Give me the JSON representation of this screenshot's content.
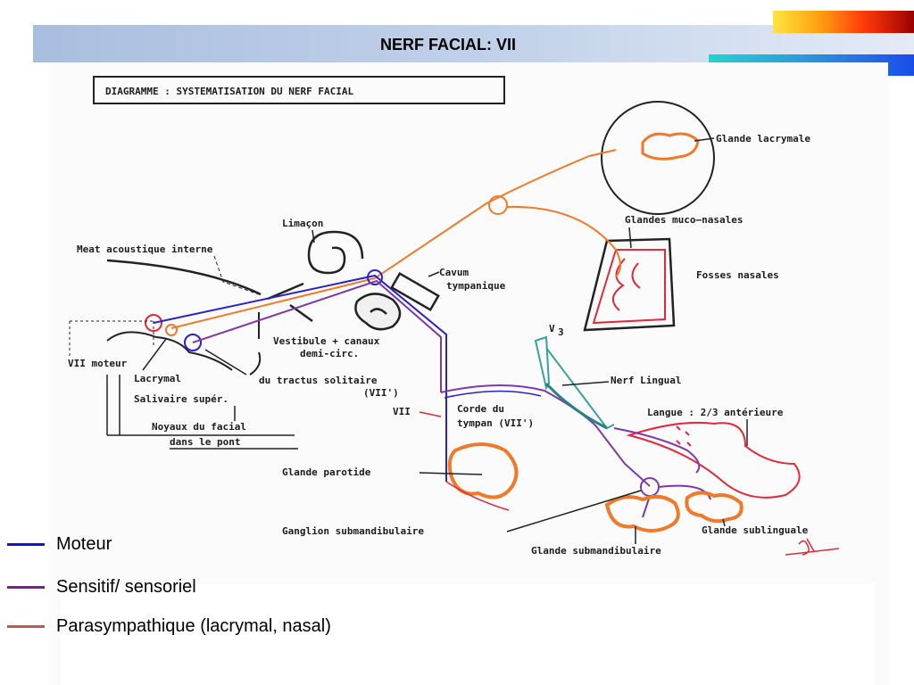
{
  "slide": {
    "title": "NERF FACIAL: VII"
  },
  "diagram": {
    "caption": "DIAGRAMME : SYSTEMATISATION DU NERF FACIAL",
    "labels": {
      "glande_lacrymale": "Glande lacrymale",
      "glandes_muco_nasales": "Glandes muco–nasales",
      "fosses_nasales": "Fosses nasales",
      "limacon": "Limaçon",
      "meat_acoustique": "Meat acoustique interne",
      "cavum_1": "Cavum",
      "cavum_2": "tympanique",
      "vestibule_1": "Vestibule + canaux",
      "vestibule_2": "demi-circ.",
      "vii_moteur": "VII moteur",
      "lacrymal": "Lacrymal",
      "salivaire": "Salivaire supér.",
      "noyaux_1": "Noyaux du facial",
      "noyaux_2": "dans le pont",
      "tractus_1": "du tractus solitaire",
      "tractus_2": "(VII')",
      "vii": "VII",
      "corde_1": "Corde du",
      "corde_2": "tympan (VII')",
      "v3": "V",
      "v3_sub": "3",
      "nerf_lingual": "Nerf Lingual",
      "langue": "Langue : 2/3 antérieure",
      "glande_parotide": "Glande parotide",
      "ganglion_submand": "Ganglion submandibulaire",
      "glande_submand": "Glande submandibulaire",
      "glande_sublinguale": "Glande sublinguale"
    }
  },
  "legend": [
    {
      "label": "Moteur",
      "color": "#1515c8"
    },
    {
      "label": "Sensitif/ sensoriel",
      "color": "#7a1f99"
    },
    {
      "label": "Parasympathique (lacrymal, nasal)",
      "color": "#c25555"
    }
  ],
  "colors": {
    "motor": "#2a22c8",
    "sensory": "#7a3aa8",
    "parasympathetic": "#f07a2a",
    "structure": "#e02a3a"
  }
}
